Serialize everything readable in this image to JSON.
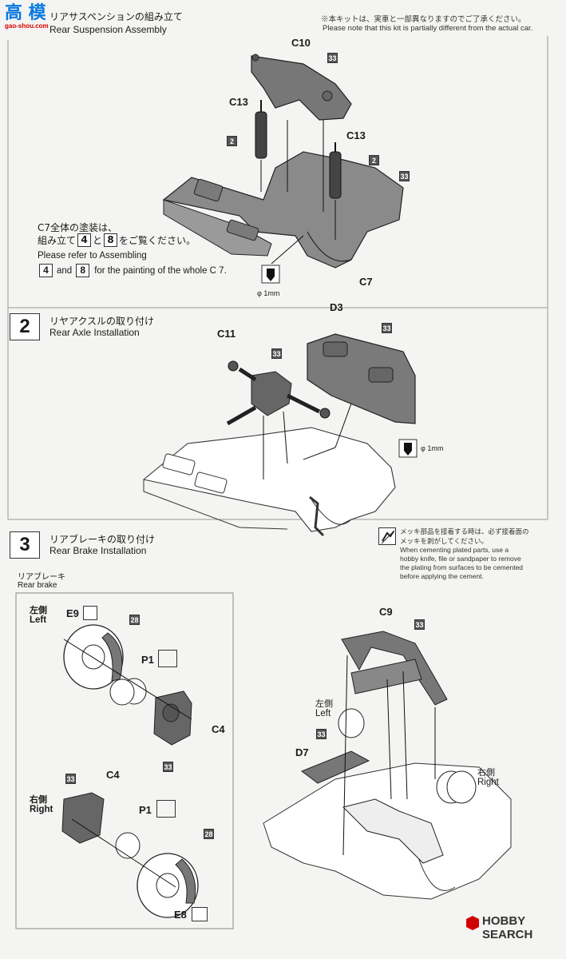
{
  "watermark": {
    "text": "高 模",
    "url": "gao-shou.com"
  },
  "header": {
    "note_jp": "※本キットは、実車と一部異なりますのでご了承ください。",
    "note_en": "Please note that this kit is partially different from the actual car."
  },
  "step1": {
    "title_jp": "リアサスペンションの組み立て",
    "title_en": "Rear Suspension Assembly",
    "labels": {
      "c10": "C10",
      "c13a": "C13",
      "c13b": "C13",
      "c7": "C7"
    },
    "paint": {
      "p1": "33",
      "p2": "2",
      "p3": "2",
      "p4": "33"
    },
    "note_jp_1": "C7全体の塗装は、",
    "note_jp_2a": "組み立て",
    "note_jp_2b": "と",
    "note_jp_2c": "をご覧ください。",
    "note_en_1": "Please refer to Assembling",
    "note_en_2b": "and",
    "note_en_2c": "for the painting of the whole C 7.",
    "ref_a": "4",
    "ref_b": "8",
    "drill": "φ 1mm"
  },
  "step2": {
    "number": "2",
    "title_jp": "リヤアクスルの取り付け",
    "title_en": "Rear Axle Installation",
    "labels": {
      "c11": "C11",
      "d3": "D3"
    },
    "paint": {
      "p1": "33",
      "p2": "33"
    },
    "drill": "φ 1mm"
  },
  "step3": {
    "number": "3",
    "title_jp": "リアブレーキの取り付け",
    "title_en": "Rear Brake Installation",
    "caution_jp": "メッキ部品を接着する時は、必ず接着面の",
    "caution_jp2": "メッキを剥がしてください。",
    "caution_en": [
      "When cementing plated parts, use a",
      "hobby knife, file or sandpaper to remove",
      "the plating from surfaces to be cemented",
      "before applying the cement."
    ],
    "brake_jp": "リアブレーキ",
    "brake_en": "Rear brake",
    "left_jp": "左側",
    "left_en": "Left",
    "right_jp": "右側",
    "right_en": "Right",
    "labels": {
      "e9": "E9",
      "p1a": "P1",
      "c4a": "C4",
      "c4b": "C4",
      "p1b": "P1",
      "e8": "E8",
      "c9": "C9",
      "d7": "D7"
    },
    "paint": {
      "p28a": "28",
      "p33a": "33",
      "p33b": "33",
      "p28b": "28",
      "p33c": "33",
      "p33d": "33"
    }
  },
  "footer": {
    "brand": "HOBBY SEARCH"
  }
}
